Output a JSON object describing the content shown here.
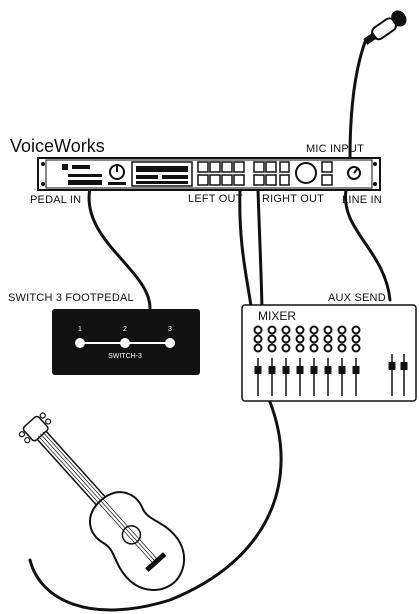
{
  "title": "VoiceWorks",
  "labels": {
    "pedal_in": "PEDAL IN",
    "left_out": "LEFT OUT",
    "right_out": "RIGHT OUT",
    "mic_input": "MIC INPUT",
    "line_in": "LINE IN",
    "switch_label": "SWITCH 3 FOOTPEDAL",
    "aux_send": "AUX SEND",
    "mixer": "MIXER"
  },
  "pedal": {
    "buttons": [
      "1",
      "2",
      "3"
    ],
    "name": "SWITCH‑3"
  },
  "icons": [
    "microphone-icon",
    "guitar-icon",
    "voiceworks-unit-icon",
    "footpedal-icon",
    "mixer-icon"
  ]
}
